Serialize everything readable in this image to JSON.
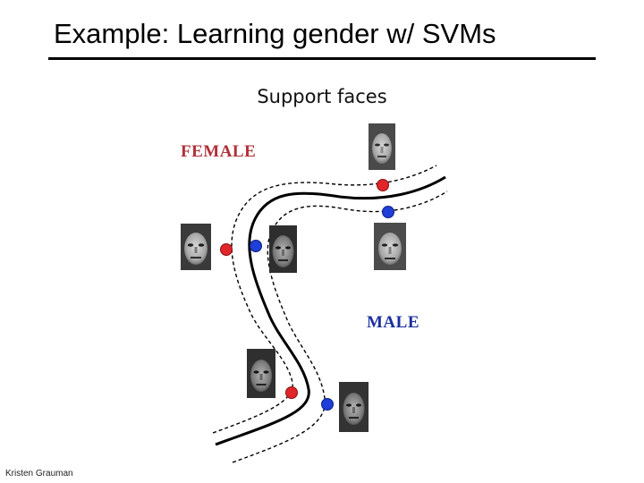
{
  "slide": {
    "title": "Example: Learning gender w/ SVMs",
    "subtitle": "Support faces",
    "credit": "Kristen Grauman"
  },
  "diagram": {
    "labels": {
      "female": "FEMALE",
      "male": "MALE"
    },
    "colors": {
      "female": "#b0303a",
      "male": "#1a2fa0",
      "female_point": "#e0262b",
      "male_point": "#1f3fd8",
      "boundary": "#000000"
    },
    "faces": [
      {
        "id": "face-female-top",
        "class": "female"
      },
      {
        "id": "face-female-left",
        "class": "female"
      },
      {
        "id": "face-male-center",
        "class": "male"
      },
      {
        "id": "face-male-right",
        "class": "male"
      },
      {
        "id": "face-female-bottom",
        "class": "female"
      },
      {
        "id": "face-male-bottom",
        "class": "male"
      }
    ]
  }
}
